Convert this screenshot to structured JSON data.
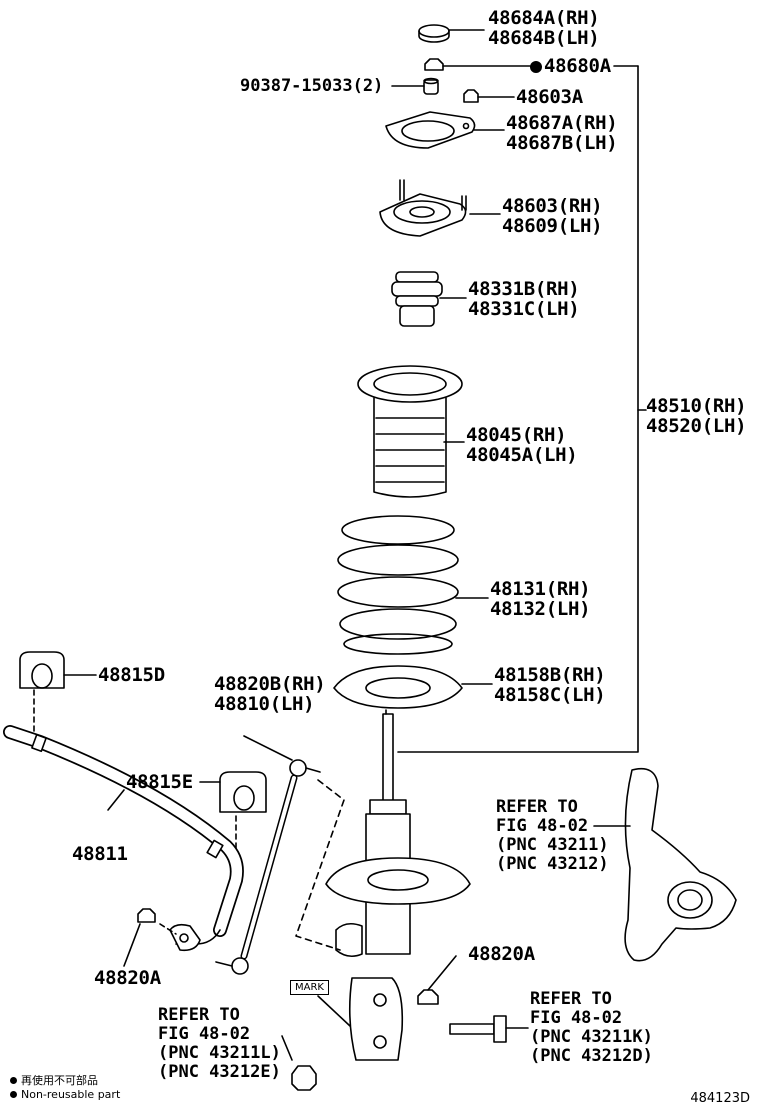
{
  "parts": {
    "p48684": [
      "48684A(RH)",
      "48684B(LH)"
    ],
    "p48680A": "48680A",
    "p90387": "90387-15033(2)",
    "p48603A": "48603A",
    "p48687": [
      "48687A(RH)",
      "48687B(LH)"
    ],
    "p48603": [
      "48603(RH)",
      "48609(LH)"
    ],
    "p48331": [
      "48331B(RH)",
      "48331C(LH)"
    ],
    "p48045": [
      "48045(RH)",
      "48045A(LH)"
    ],
    "p48131": [
      "48131(RH)",
      "48132(LH)"
    ],
    "p48158": [
      "48158B(RH)",
      "48158C(LH)"
    ],
    "p48510": [
      "48510(RH)",
      "48520(LH)"
    ],
    "p48815D": "48815D",
    "p48820B": [
      "48820B(RH)",
      "48810(LH)"
    ],
    "p48815E": "48815E",
    "p48811": "48811",
    "p48820A_left": "48820A",
    "p48820A_right": "48820A"
  },
  "refs": {
    "ref_right": [
      "REFER TO",
      "FIG 48-02",
      "(PNC 43211)",
      "(PNC 43212)"
    ],
    "ref_bottom_right": [
      "REFER TO",
      "FIG 48-02",
      "(PNC 43211K)",
      "(PNC 43212D)"
    ],
    "ref_bottom_left": [
      "REFER TO",
      "FIG 48-02",
      "(PNC 43211L)",
      "(PNC 43212E)"
    ]
  },
  "mark_label": "MARK",
  "legend": {
    "line1": "再使用不可部品",
    "line2": "Non-reusable part"
  },
  "diagram_code": "484123D"
}
